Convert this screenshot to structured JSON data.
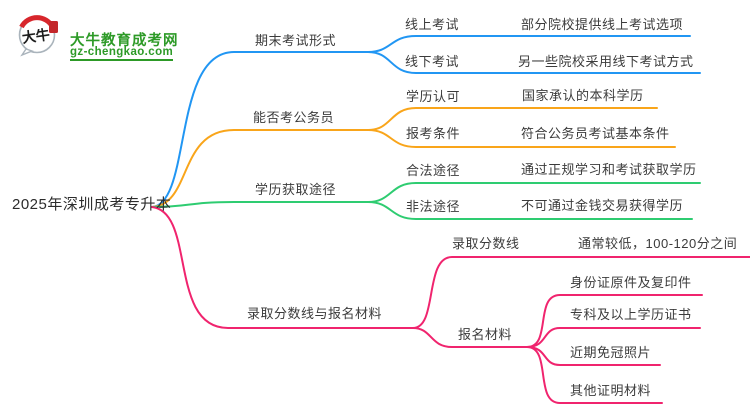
{
  "logo": {
    "bubble_text": "大牛",
    "site_name": "大牛教育成考网",
    "site_domain": "gz-chengkao.com",
    "brand_green": "#2d9a27",
    "seal_red": "#c3272b"
  },
  "root": {
    "label": "2025年深圳成考专升本"
  },
  "branches": [
    {
      "label": "期末考试形式",
      "color": "#2196f3",
      "children": [
        {
          "label": "线上考试",
          "detail": "部分院校提供线上考试选项"
        },
        {
          "label": "线下考试",
          "detail": "另一些院校采用线下考试方式"
        }
      ]
    },
    {
      "label": "能否考公务员",
      "color": "#f9a51a",
      "children": [
        {
          "label": "学历认可",
          "detail": "国家承认的本科学历"
        },
        {
          "label": "报考条件",
          "detail": "符合公务员考试基本条件"
        }
      ]
    },
    {
      "label": "学历获取途径",
      "color": "#2ecc71",
      "children": [
        {
          "label": "合法途径",
          "detail": "通过正规学习和考试获取学历"
        },
        {
          "label": "非法途径",
          "detail": "不可通过金钱交易获得学历"
        }
      ]
    },
    {
      "label": "录取分数线与报名材料",
      "color": "#f0246e",
      "children": [
        {
          "label": "录取分数线",
          "detail": "通常较低，100-120分之间"
        },
        {
          "label": "报名材料",
          "details": [
            "身份证原件及复印件",
            "专科及以上学历证书",
            "近期免冠照片",
            "其他证明材料"
          ]
        }
      ]
    }
  ]
}
